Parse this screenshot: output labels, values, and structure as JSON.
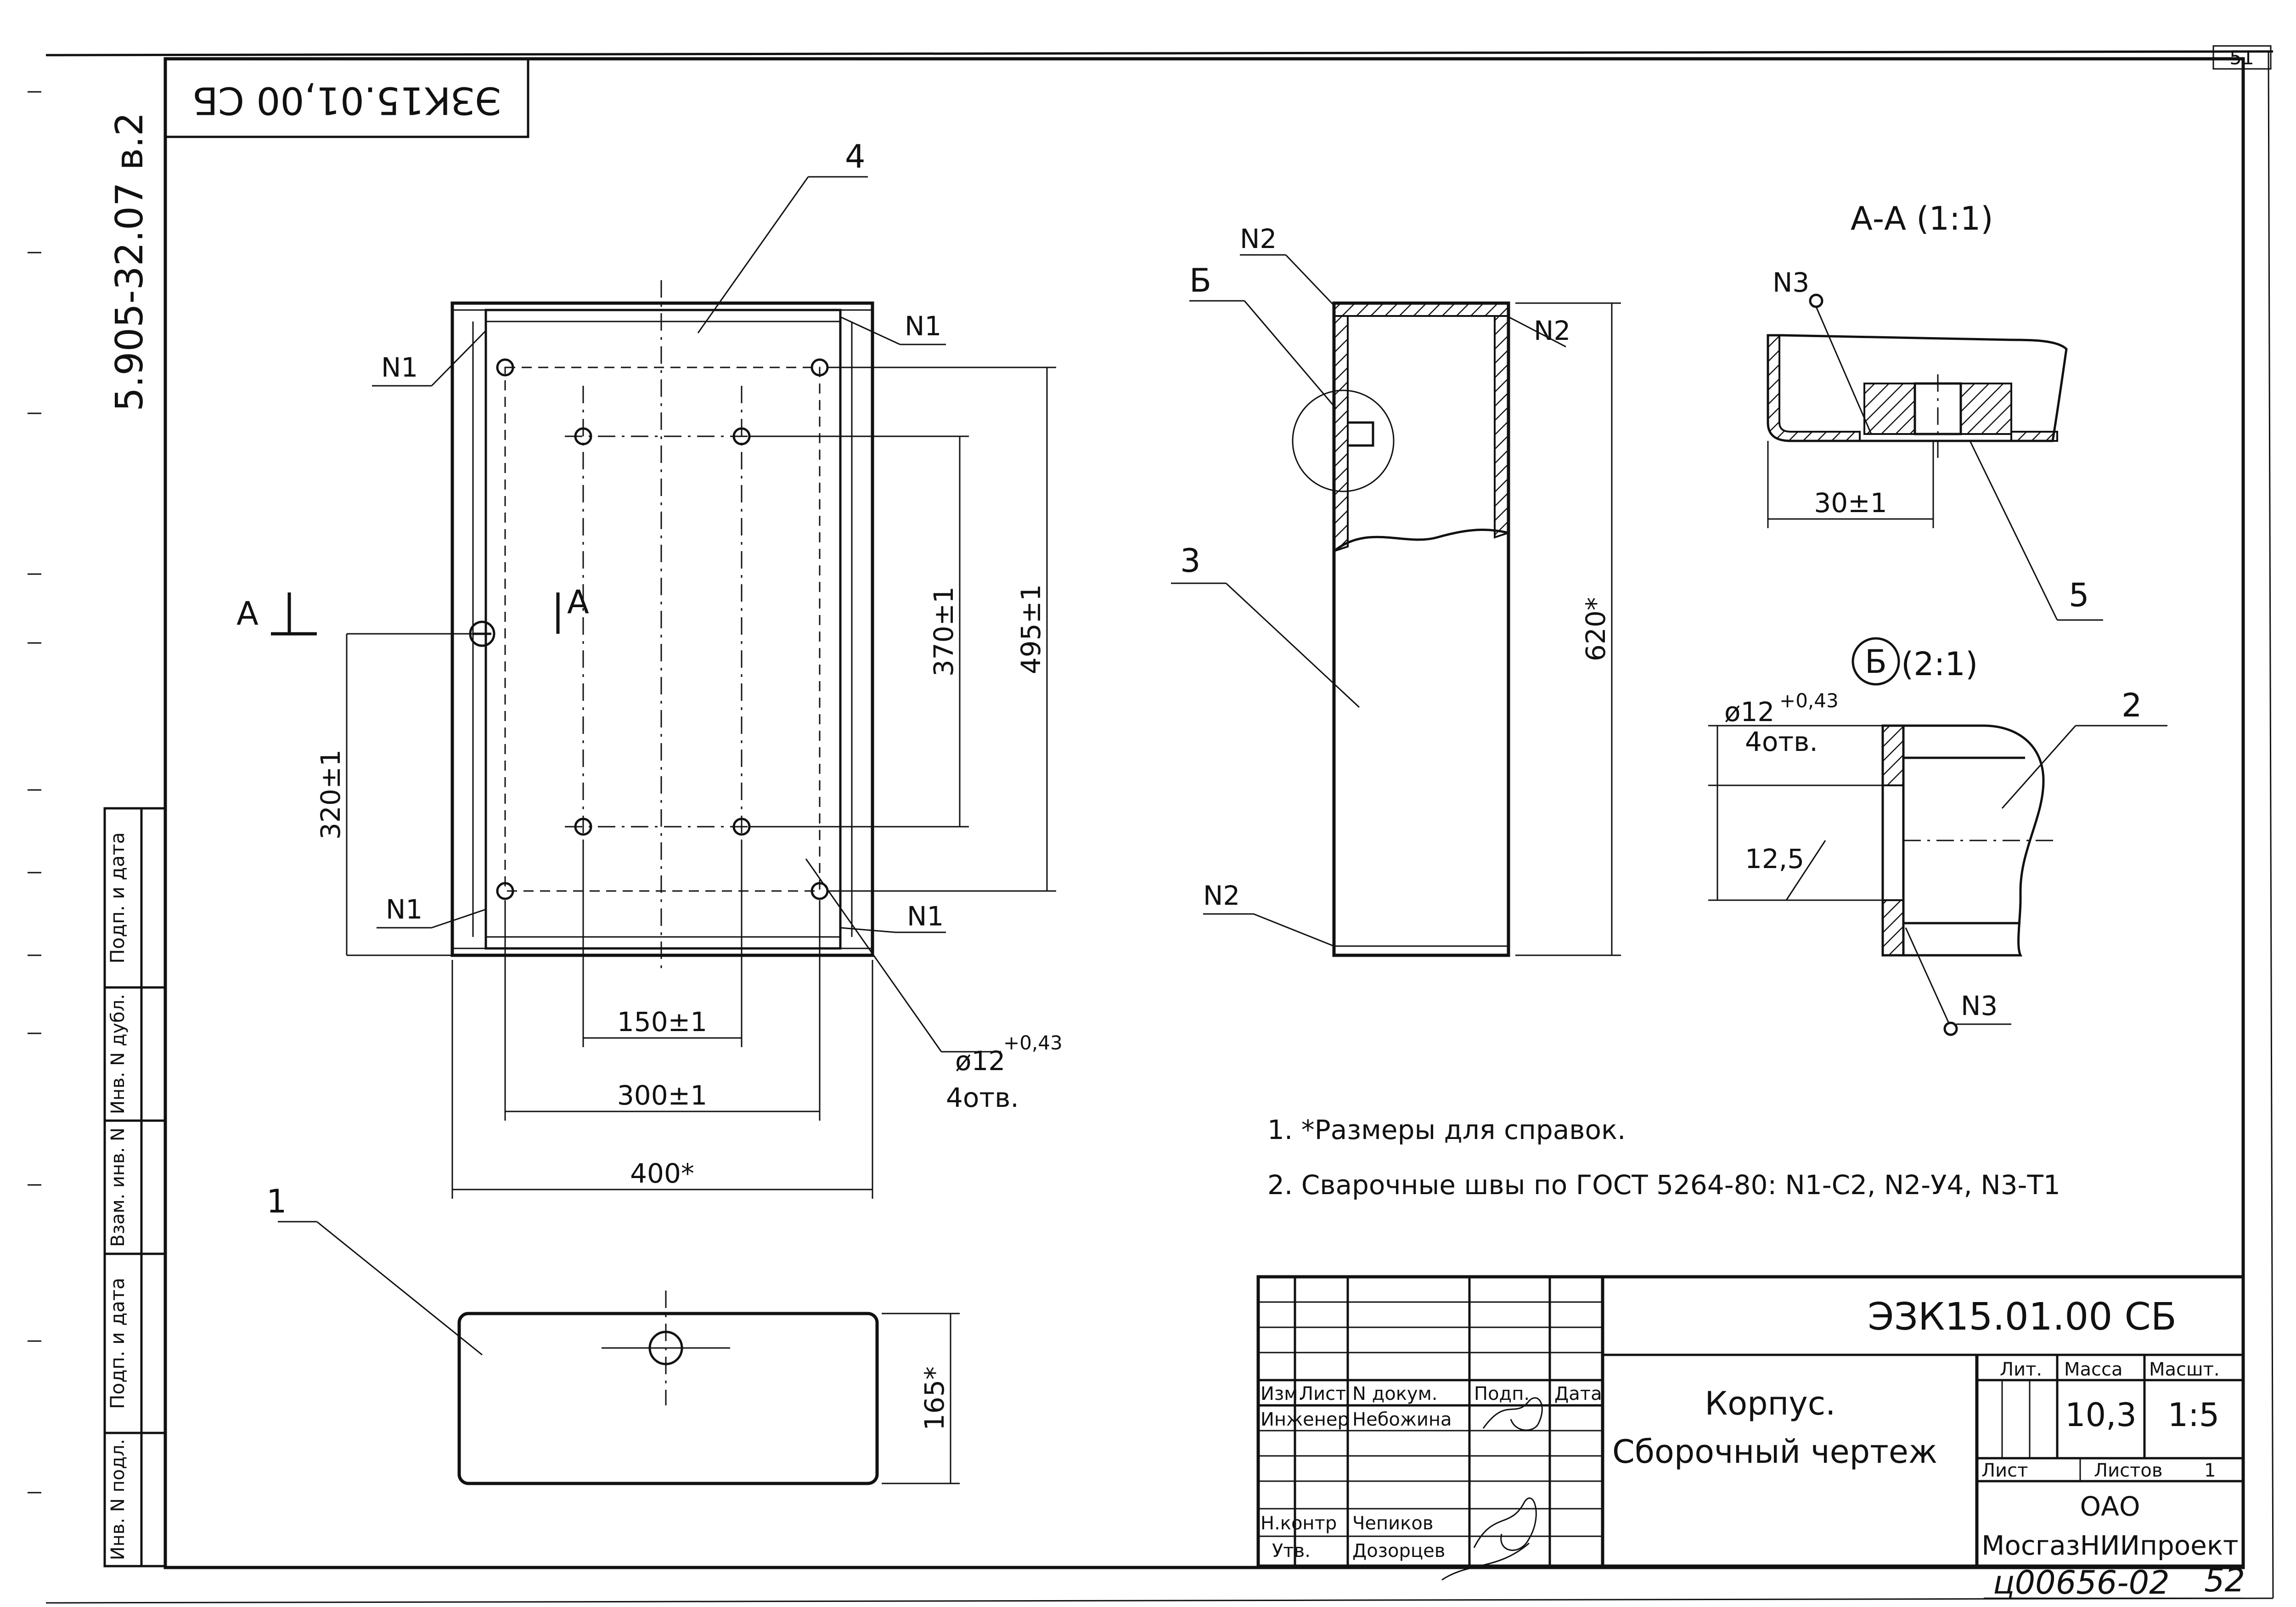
{
  "header": {
    "stamp_rotated": "ЭЗК15.01,00 СБ",
    "side_code": "5.905-32.07 в.2",
    "page_no": "51"
  },
  "left_strip": {
    "cells": [
      "Подп. и дата",
      "Инв. N дубл.",
      "Взам. инв. N",
      "Подп. и дата",
      "Инв. N подл."
    ]
  },
  "plan_view": {
    "callout_4": "4",
    "weld_labels": [
      "N1",
      "N1",
      "N1",
      "N1"
    ],
    "section_mark": "A",
    "dims": {
      "d150": "150±1",
      "d300": "300±1",
      "d400": "400*",
      "d320": "320±1",
      "d370": "370±1",
      "d495": "495±1"
    },
    "holes_label": "ø12",
    "holes_tol": "+0,43",
    "holes_count": "4отв."
  },
  "side_view": {
    "callout_B": "Б",
    "callout_3": "3",
    "weld_labels": [
      "N2",
      "N2",
      "N2"
    ],
    "dim_620": "620*"
  },
  "section_aa": {
    "title": "А-А (1:1)",
    "weld": "N3",
    "dim_30": "30±1",
    "callout_5": "5"
  },
  "detail_b": {
    "mark": "Б",
    "scale": "(2:1)",
    "callout_2": "2",
    "holes_label": "ø12",
    "holes_tol": "+0,43",
    "holes_count": "4отв.",
    "dim_125": "12,5",
    "weld": "N3"
  },
  "bottom_view": {
    "callout_1": "1",
    "dim_165": "165*"
  },
  "notes": [
    "1. *Размеры для справок.",
    "2. Сварочные швы по ГОСТ 5264-80: N1-С2, N2-У4, N3-Т1"
  ],
  "title_block": {
    "designation": "ЭЗК15.01.00 СБ",
    "name_line1": "Корпус.",
    "name_line2": "Сборочный чертеж",
    "col_izm": "Изм.",
    "col_list": "Лист",
    "col_doc": "N докум.",
    "col_sign": "Подп.",
    "col_date": "Дата",
    "role_engineer": "Инженер",
    "name_engineer": "Небожина",
    "role_nkontr": "Н.контр",
    "name_nkontr": "Чепиков",
    "role_utv": "Утв.",
    "name_utv": "Дозорцев",
    "lit": "Лит.",
    "massa": "Масса",
    "masht": "Масшт.",
    "mass_value": "10,3",
    "scale_value": "1:5",
    "sheet": "Лист",
    "sheets": "Листов",
    "sheets_count": "1",
    "org_line1": "ОАО",
    "org_line2": "МосгазНИИпроект",
    "handwritten": "ц00656-02",
    "handwritten_page": "52"
  }
}
